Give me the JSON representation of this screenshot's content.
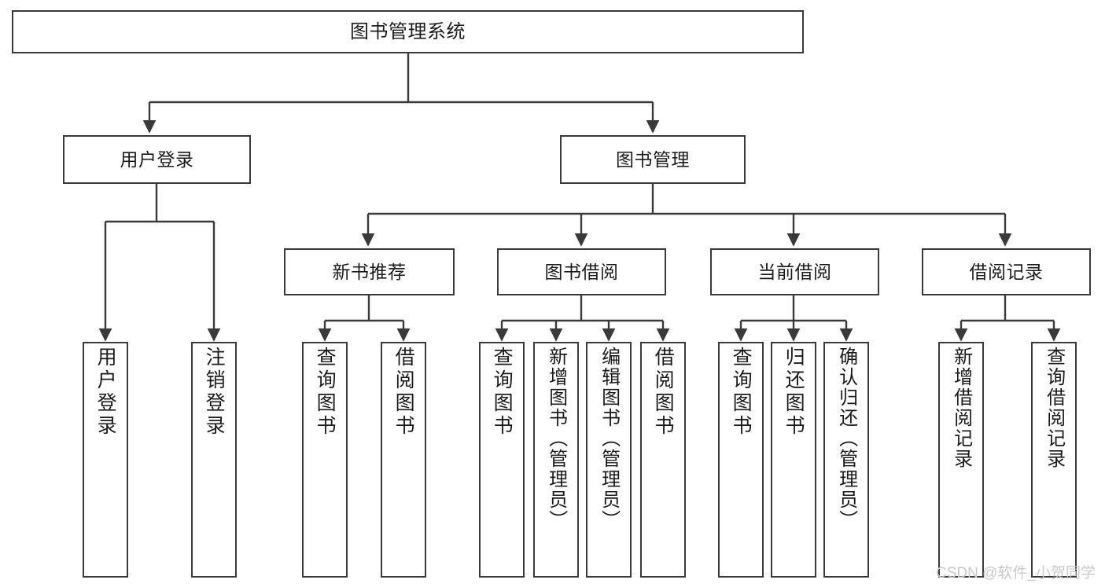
{
  "diagram": {
    "title": "图书管理系统",
    "type": "hierarchy-tree",
    "stroke_color": "#3a3a3a",
    "text_color": "#1b1b1b",
    "background": "#ffffff"
  },
  "root": {
    "label": "图书管理系统"
  },
  "level2": [
    {
      "label": "用户登录"
    },
    {
      "label": "图书管理"
    }
  ],
  "level3": [
    {
      "label": "新书推荐"
    },
    {
      "label": "图书借阅"
    },
    {
      "label": "当前借阅"
    },
    {
      "label": "借阅记录"
    }
  ],
  "leaves": {
    "user_login": [
      {
        "label": "用户登录"
      },
      {
        "label": "注销登录"
      }
    ],
    "new_book": [
      {
        "label": "查询图书"
      },
      {
        "label": "借阅图书"
      }
    ],
    "book_borrow": [
      {
        "label": "查询图书"
      },
      {
        "label": "新增图书（管理员）"
      },
      {
        "label": "编辑图书（管理员）"
      },
      {
        "label": "借阅图书"
      }
    ],
    "current_borrow": [
      {
        "label": "查询图书"
      },
      {
        "label": "归还图书"
      },
      {
        "label": "确认归还（管理员）"
      }
    ],
    "borrow_record": [
      {
        "label": "新增借阅记录"
      },
      {
        "label": "查询借阅记录"
      }
    ]
  },
  "watermark": {
    "text": "CSDN @软件_小贺同学"
  }
}
